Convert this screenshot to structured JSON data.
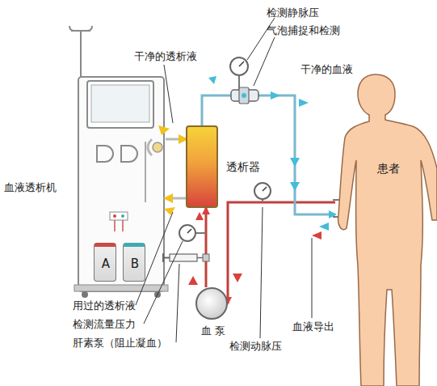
{
  "diagram": {
    "nodes": [
      {
        "text": [
          "血液透析机"
        ]
      },
      {
        "text": [
          "A"
        ],
        "in": 0
      },
      {
        "text": [
          "B"
        ],
        "in": 0
      },
      {
        "text": [
          "透析器"
        ]
      },
      {
        "text": [
          "血 泵"
        ]
      },
      {
        "text": [
          "患者"
        ]
      }
    ],
    "edges": [
      {
        "from": 0,
        "to": 3,
        "arrow": "to"
      },
      {
        "from": 3,
        "to": 0,
        "arrow": "to"
      },
      {
        "from": 5,
        "to": 4,
        "arrow": "to"
      },
      {
        "from": 4,
        "to": 3,
        "arrow": "to"
      },
      {
        "from": 3,
        "to": 5,
        "arrow": "to"
      }
    ],
    "labels": [
      "干净的透析液",
      "检测静脉压",
      "气泡捕捉和检测",
      "干净的血液",
      "用过的透析液",
      "检测流量压力",
      "肝素泵（阻止凝血）",
      "血液导出",
      "检测动脉压"
    ]
  }
}
